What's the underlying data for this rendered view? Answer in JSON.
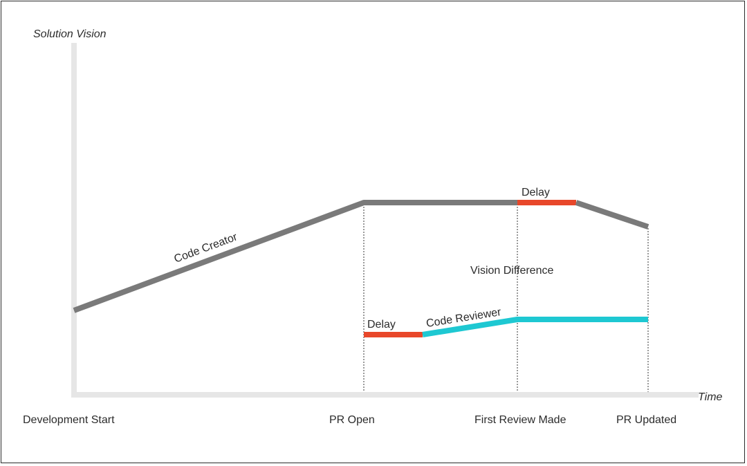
{
  "axes": {
    "y_label": "Solution Vision",
    "x_label": "Time"
  },
  "milestones": {
    "development_start": "Development Start",
    "pr_open": "PR Open",
    "first_review": "First Review Made",
    "pr_updated": "PR Updated"
  },
  "lines": {
    "code_creator": "Code Creator",
    "code_reviewer": "Code Reviewer",
    "creator_delay": "Delay",
    "reviewer_delay": "Delay",
    "vision_difference": "Vision Difference"
  },
  "colors": {
    "creator_line": "#7a7a7a",
    "reviewer_line": "#1ec8d2",
    "delay": "#e8472a",
    "axis": "#e6e6e6"
  }
}
